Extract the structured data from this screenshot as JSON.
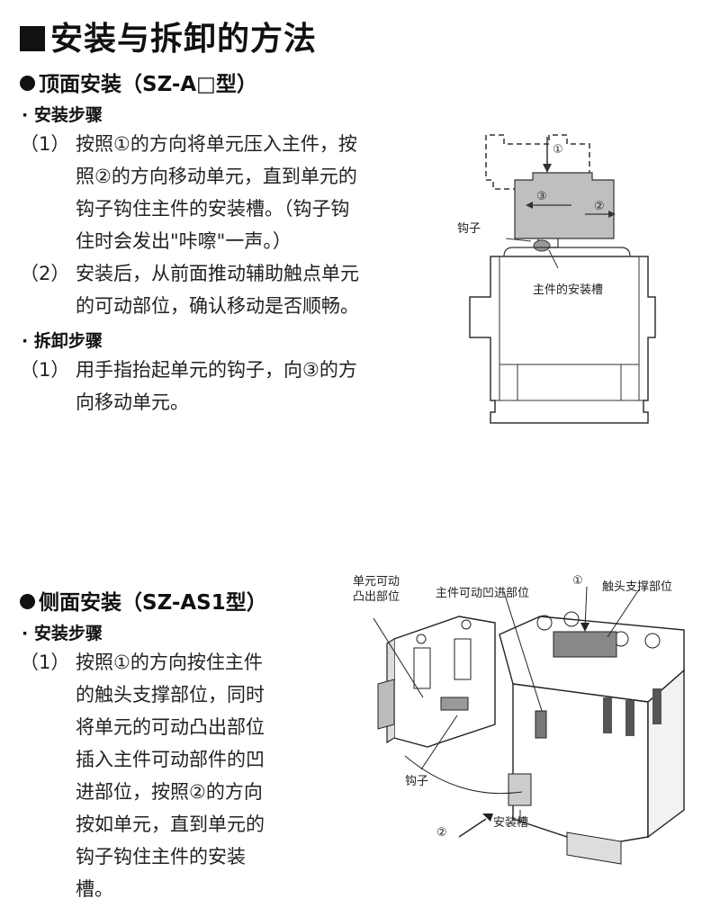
{
  "title": "安装与拆卸的方法",
  "top": {
    "heading": "顶面安装（SZ-A□型）",
    "install_heading": "· 安装步骤",
    "install_steps": [
      {
        "num": "（1）",
        "lines": [
          "按照①的方向将单元压入主件，按",
          "照②的方向移动单元，直到单元的",
          "钩子钩住主件的安装槽。（钩子钩",
          "住时会发出\"咔嚓\"一声。）"
        ]
      },
      {
        "num": "（2）",
        "lines": [
          "安装后，从前面推动辅助触点单元",
          "的可动部位，确认移动是否顺畅。"
        ]
      }
    ],
    "remove_heading": "· 拆卸步骤",
    "remove_steps": [
      {
        "num": "（1）",
        "lines": [
          "用手指抬起单元的钩子，向③的方",
          "向移动单元。"
        ]
      }
    ],
    "diagram": {
      "mark1": "①",
      "mark2": "②",
      "mark3": "③",
      "hook": "钩子",
      "slot": "主件的安装槽"
    }
  },
  "side": {
    "heading": "侧面安装（SZ-AS1型）",
    "install_heading": "· 安装步骤",
    "install_steps": [
      {
        "num": "（1）",
        "lines": [
          "按照①的方向按住主件",
          "的触头支撑部位，同时",
          "将单元的可动凸出部位",
          "插入主件可动部件的凹",
          "进部位，按照②的方向",
          "按如单元，直到单元的",
          "钩子钩住主件的安装",
          "槽。"
        ]
      }
    ],
    "diagram": {
      "unit_protrusion": [
        "单元可动",
        "凸出部位"
      ],
      "main_recess": "主件可动凹进部位",
      "mark1": "①",
      "contact_support": "触头支撑部位",
      "hook": "钩子",
      "mark2": "②",
      "slot": "安装槽"
    }
  }
}
